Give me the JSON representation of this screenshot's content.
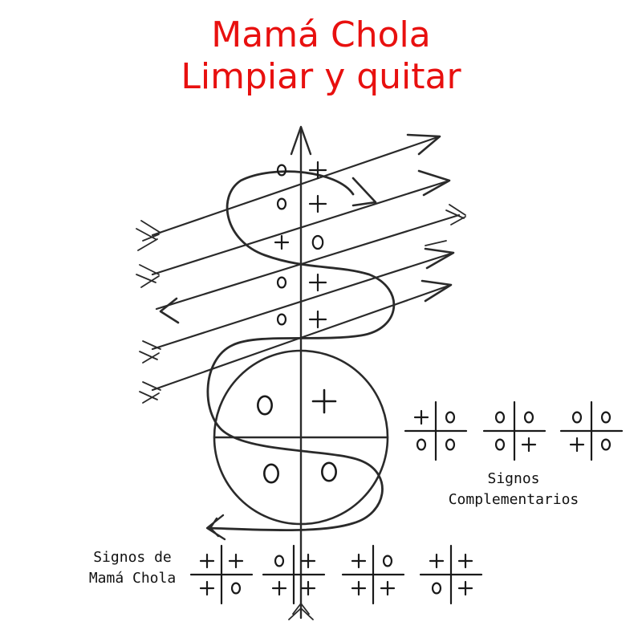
{
  "title": {
    "line1": "Mamá Chola",
    "line2": "Limpiar y quitar"
  },
  "labels": {
    "complementary_line1": "Signos",
    "complementary_line2": "Complementarios",
    "mama_line1": "Signos de",
    "mama_line2": "Mamá Chola"
  },
  "colors": {
    "title": "#e8100f",
    "ink": "#1a1a1a",
    "pencil": "#2a2a2a"
  },
  "complementary_signs": [
    [
      "+",
      "o",
      "o",
      "o"
    ],
    [
      "o",
      "o",
      "o",
      "+"
    ],
    [
      "o",
      "o",
      "+",
      "o"
    ]
  ],
  "mama_signs": [
    [
      "+",
      "+",
      "+",
      "o"
    ],
    [
      "o",
      "+",
      "+",
      "+"
    ],
    [
      "+",
      "o",
      "+",
      "+"
    ],
    [
      "+",
      "+",
      "o",
      "+"
    ]
  ],
  "spine_signs": [
    [
      "o",
      "+"
    ],
    [
      "o",
      "+"
    ],
    [
      "+",
      "o"
    ],
    [
      "o",
      "+"
    ],
    [
      "o",
      "+"
    ]
  ],
  "circle_signs": [
    "o",
    "+",
    "o",
    "o"
  ]
}
